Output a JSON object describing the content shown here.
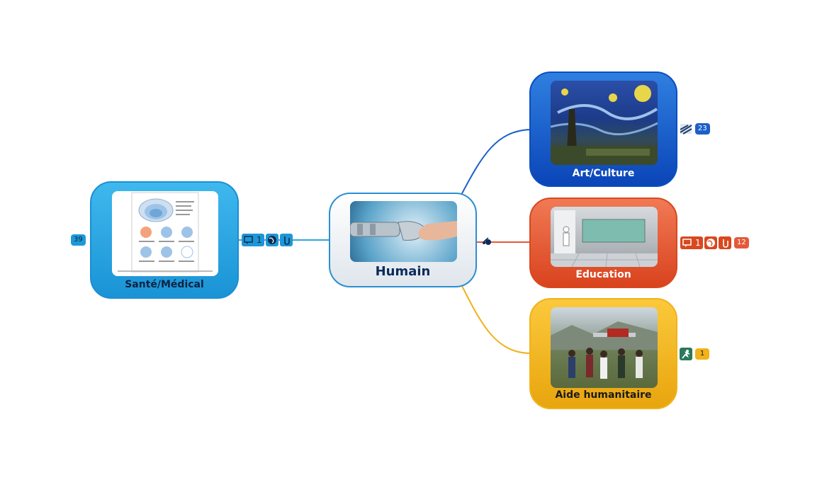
{
  "central": {
    "label": "Humain"
  },
  "nodes": {
    "sante": {
      "label": "Santé/Médical",
      "count": "39",
      "comments": "1",
      "icons": [
        "comment-icon",
        "globe-icon",
        "attachment-icon"
      ]
    },
    "art": {
      "label": "Art/Culture",
      "count": "23",
      "icons": [
        "stripes-icon"
      ]
    },
    "education": {
      "label": "Education",
      "count": "12",
      "comments": "1",
      "icons": [
        "comment-icon",
        "globe-icon",
        "attachment-icon"
      ]
    },
    "aide": {
      "label": "Aide humanitaire",
      "count": "1",
      "icons": [
        "flag-icon"
      ]
    }
  },
  "colors": {
    "blue": "#2fa4e0",
    "art_blue": "#1c5fc9",
    "orange": "#e5593a",
    "yellow": "#f1b21a",
    "central_border": "#2a8fd0"
  }
}
